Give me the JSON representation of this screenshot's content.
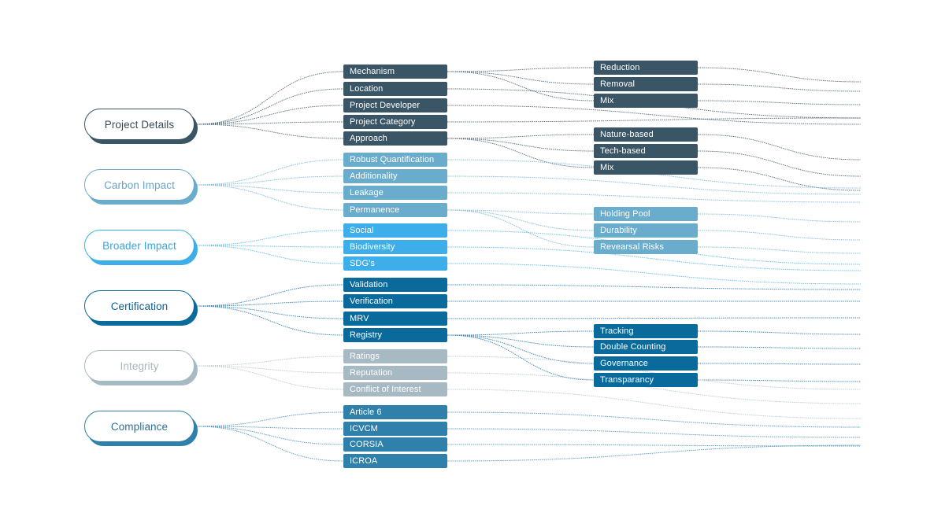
{
  "diagram": {
    "type": "mind-map",
    "groups": [
      {
        "id": "project-details",
        "label": "Project Details",
        "color": "#3a5565",
        "text_color": "#3a4a55",
        "line_color": "#4a6070",
        "children": [
          {
            "label": "Mechanism",
            "children": [
              "Reduction",
              "Removal",
              "Mix"
            ]
          },
          {
            "label": "Location"
          },
          {
            "label": "Project Developer"
          },
          {
            "label": "Project Category"
          },
          {
            "label": "Approach",
            "children": [
              "Nature-based",
              "Tech-based",
              "Mix"
            ]
          }
        ]
      },
      {
        "id": "carbon-impact",
        "label": "Carbon Impact",
        "color": "#6aaccc",
        "text_color": "#6aa6c6",
        "line_color": "#7ab6d4",
        "children": [
          {
            "label": "Robust Quantification"
          },
          {
            "label": "Additionality"
          },
          {
            "label": "Leakage"
          },
          {
            "label": "Permanence",
            "children": [
              "Holding Pool",
              "Durability",
              "Revearsal Risks"
            ]
          }
        ]
      },
      {
        "id": "broader-impact",
        "label": "Broader Impact",
        "color": "#3daee9",
        "text_color": "#3aa4dc",
        "line_color": "#58b8ea",
        "children": [
          {
            "label": "Social"
          },
          {
            "label": "Biodiversity"
          },
          {
            "label": "SDG's"
          }
        ]
      },
      {
        "id": "certification",
        "label": "Certification",
        "color": "#0a6a9c",
        "text_color": "#10608e",
        "line_color": "#2a7aaa",
        "children": [
          {
            "label": "Validation"
          },
          {
            "label": "Verification"
          },
          {
            "label": "MRV"
          },
          {
            "label": "Registry",
            "children": [
              "Tracking",
              "Double Counting",
              "Governance",
              "Transparancy"
            ]
          }
        ]
      },
      {
        "id": "integrity",
        "label": "Integrity",
        "color": "#a7b9c2",
        "text_color": "#a8b6be",
        "line_color": "#b8c6ce",
        "children": [
          {
            "label": "Ratings"
          },
          {
            "label": "Reputation"
          },
          {
            "label": "Conflict of Interest"
          }
        ]
      },
      {
        "id": "compliance",
        "label": "Compliance",
        "color": "#2f80ab",
        "text_color": "#2c6f96",
        "line_color": "#4a92ba",
        "children": [
          {
            "label": "Article 6"
          },
          {
            "label": "ICVCM"
          },
          {
            "label": "CORSIA"
          },
          {
            "label": "ICROA"
          }
        ]
      }
    ]
  }
}
